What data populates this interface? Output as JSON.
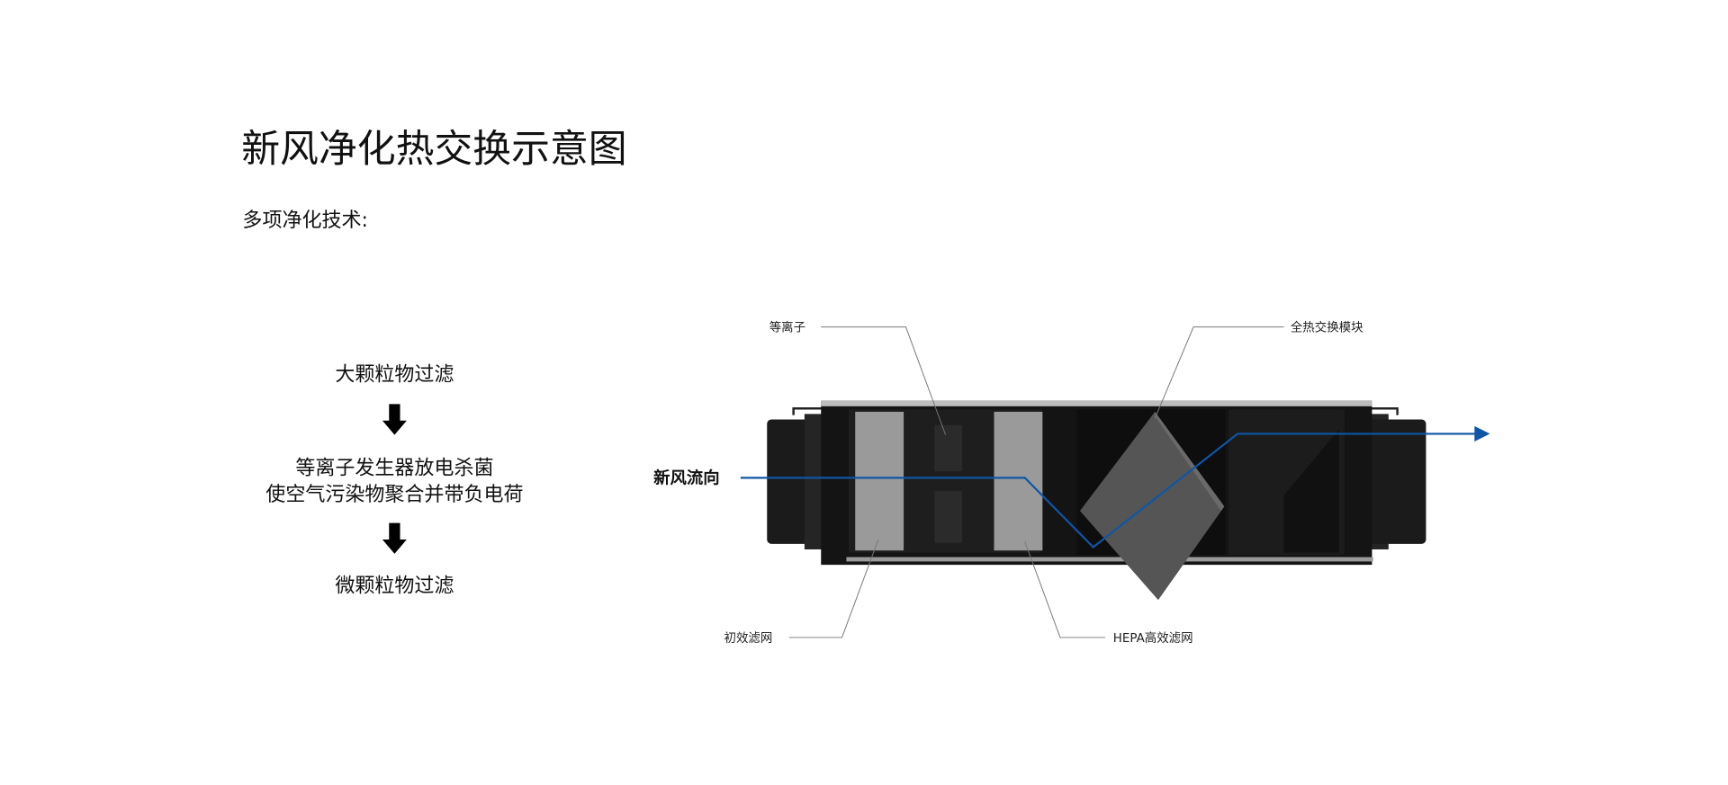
{
  "title": "新风净化热交换示意图",
  "subtitle": "多项净化技术:",
  "flow": {
    "step1": "大颗粒物过滤",
    "step2_line1": "等离子发生器放电杀菌",
    "step2_line2": "使空气污染物聚合并带负电荷",
    "step3": "微颗粒物过滤"
  },
  "diagram": {
    "airflow_label": "新风流向",
    "labels": {
      "plasma": "等离子",
      "heat_exchange": "全热交换模块",
      "primary_filter": "初效滤网",
      "hepa_filter": "HEPA高效滤网"
    },
    "airflow_color": "#0d56a6"
  }
}
